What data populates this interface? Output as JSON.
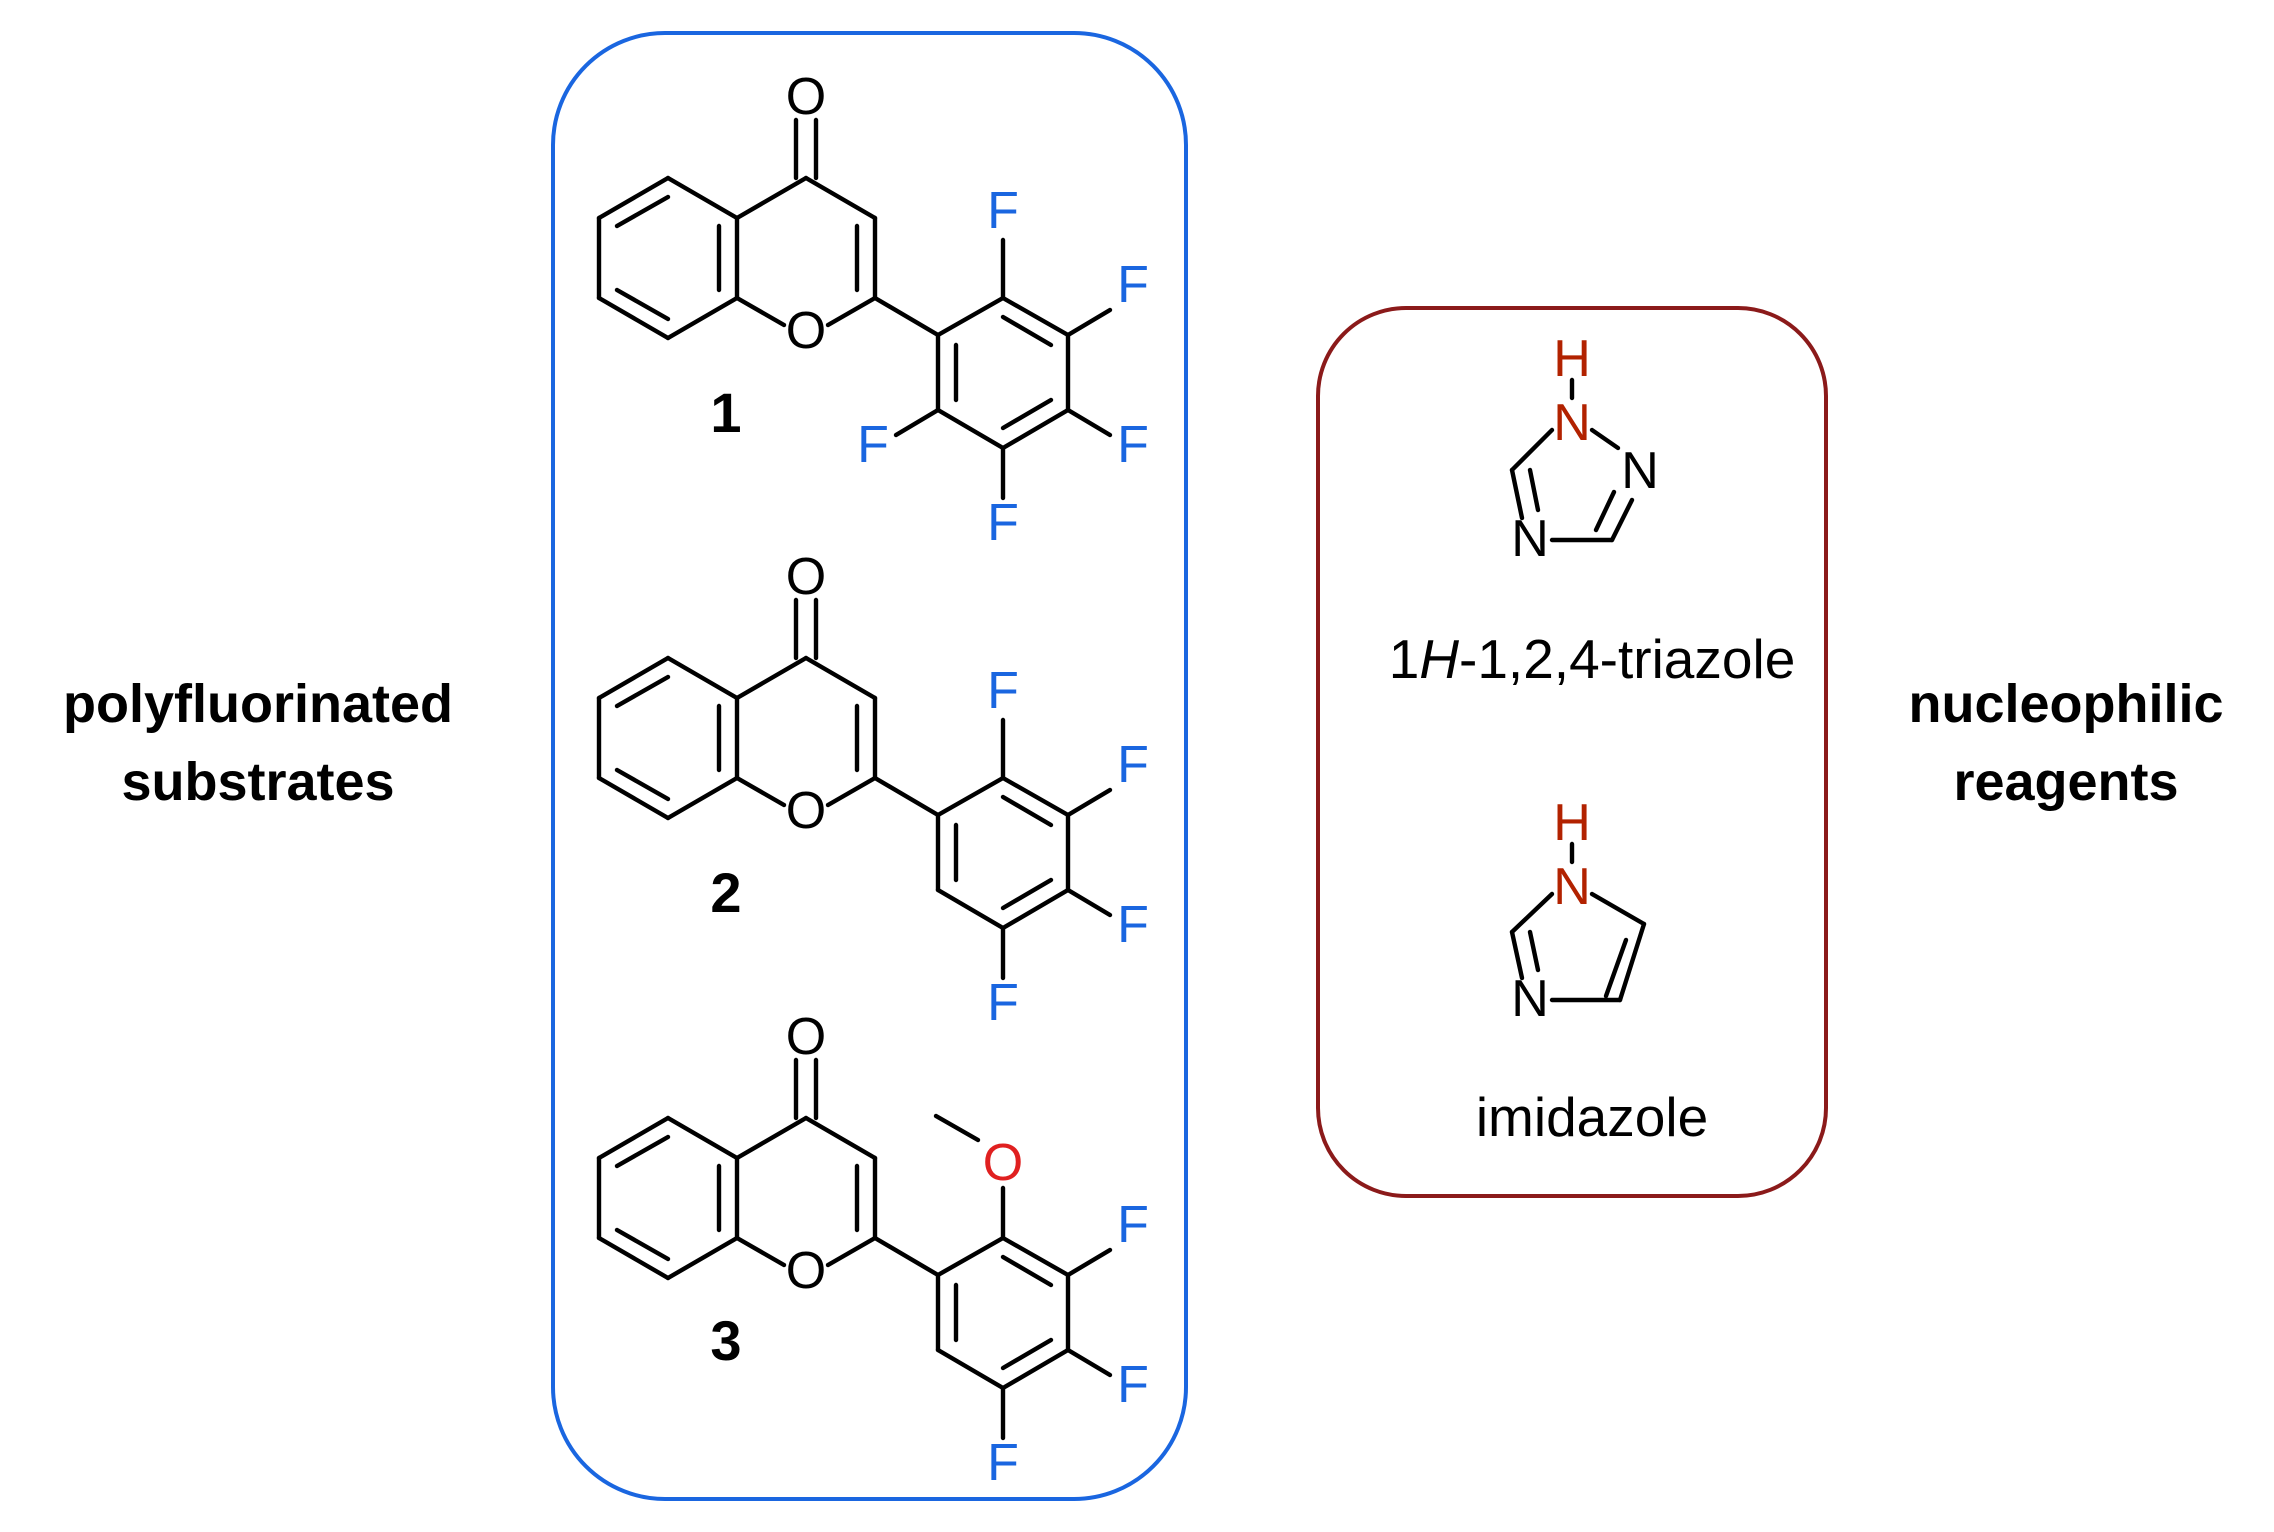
{
  "left_label": {
    "line1": "polyfluorinated",
    "line2": "substrates"
  },
  "right_label": {
    "line1": "nucleophilic",
    "line2": "reagents"
  },
  "colors": {
    "substrate_box": "#1a66e0",
    "reagent_box": "#8b1a1a",
    "fluorine": "#1a66e0",
    "methoxy_oxygen": "#e02020",
    "nh_atoms": "#b22200",
    "bonds": "#000000"
  },
  "substrates": [
    {
      "number": "1",
      "ring_O": "O",
      "carbonyl_O": "O",
      "F": [
        "F",
        "F",
        "F",
        "F",
        "F"
      ]
    },
    {
      "number": "2",
      "ring_O": "O",
      "carbonyl_O": "O",
      "F": [
        "F",
        "F",
        "F",
        "F"
      ]
    },
    {
      "number": "3",
      "ring_O": "O",
      "carbonyl_O": "O",
      "methoxy_O": "O",
      "F": [
        "F",
        "F",
        "F"
      ]
    }
  ],
  "reagents": {
    "triazole": {
      "H": "H",
      "N1": "N",
      "N2": "N",
      "N4": "N",
      "name_prefix": "1",
      "name_italic": "H",
      "name_rest": "-1,2,4-triazole"
    },
    "imidazole": {
      "H": "H",
      "N1": "N",
      "N3": "N",
      "name": "imidazole"
    }
  }
}
